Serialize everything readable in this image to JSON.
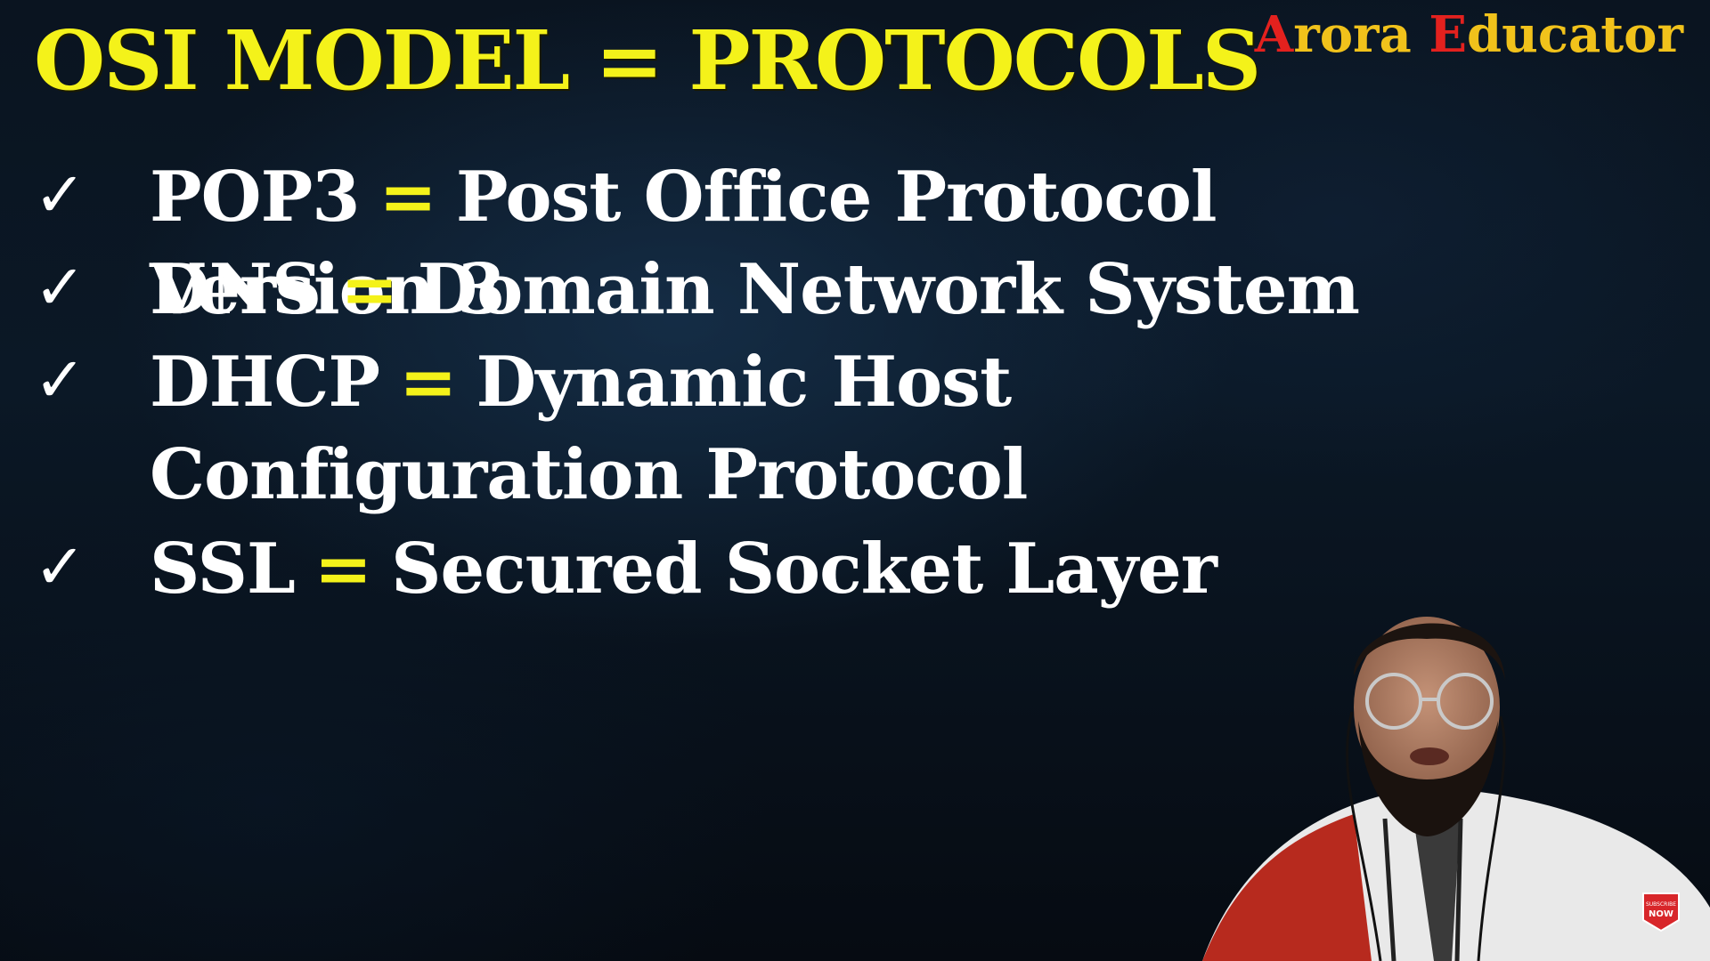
{
  "title": "OSI MODEL = PROTOCOLS",
  "brand": {
    "first_initial": "A",
    "first_rest": "rora ",
    "second_initial": "E",
    "second_rest": "ducator"
  },
  "items": [
    {
      "abbr": "POP3",
      "eq": "=",
      "full": "Post Office Protocol Version 3"
    },
    {
      "abbr": "DNS",
      "eq": "=",
      "full": "Domain Network System"
    },
    {
      "abbr": "DHCP",
      "eq": "=",
      "full": "Dynamic Host Configuration Protocol"
    },
    {
      "abbr": "SSL",
      "eq": "=",
      "full": "Secured Socket Layer"
    }
  ],
  "check_glyph": "✓",
  "subscribe_badge": {
    "line1": "SUBSCRIBE",
    "line2": "NOW"
  },
  "colors": {
    "title": "#f4f21a",
    "equals": "#f4f21a",
    "text": "#ffffff",
    "brand_initial": "#e3211e",
    "brand_rest": "#f1c21b",
    "badge": "#d8262a"
  },
  "icons": [
    "check-icon",
    "presenter-photo",
    "subscribe-badge-icon"
  ]
}
